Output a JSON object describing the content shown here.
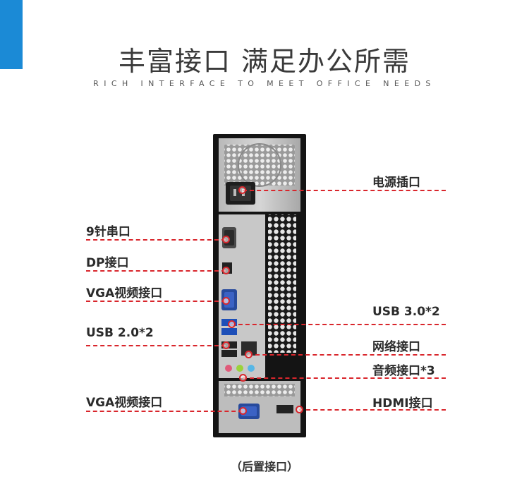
{
  "header": {
    "title": "丰富接口 满足办公所需",
    "subtitle": "RICH INTERFACE TO MEET OFFICE NEEDS"
  },
  "callouts": {
    "power": "电源插口",
    "serial": "9针串口",
    "dp": "DP接口",
    "vga_top": "VGA视频接口",
    "usb3": "USB 3.0*2",
    "usb2": "USB 2.0*2",
    "network": "网络接口",
    "audio": "音频接口*3",
    "vga_bottom": "VGA视频接口",
    "hdmi": "HDMI接口"
  },
  "caption": "（后置接口）",
  "colors": {
    "accent": "#1b8ad6",
    "callout_line": "#d9262c"
  }
}
